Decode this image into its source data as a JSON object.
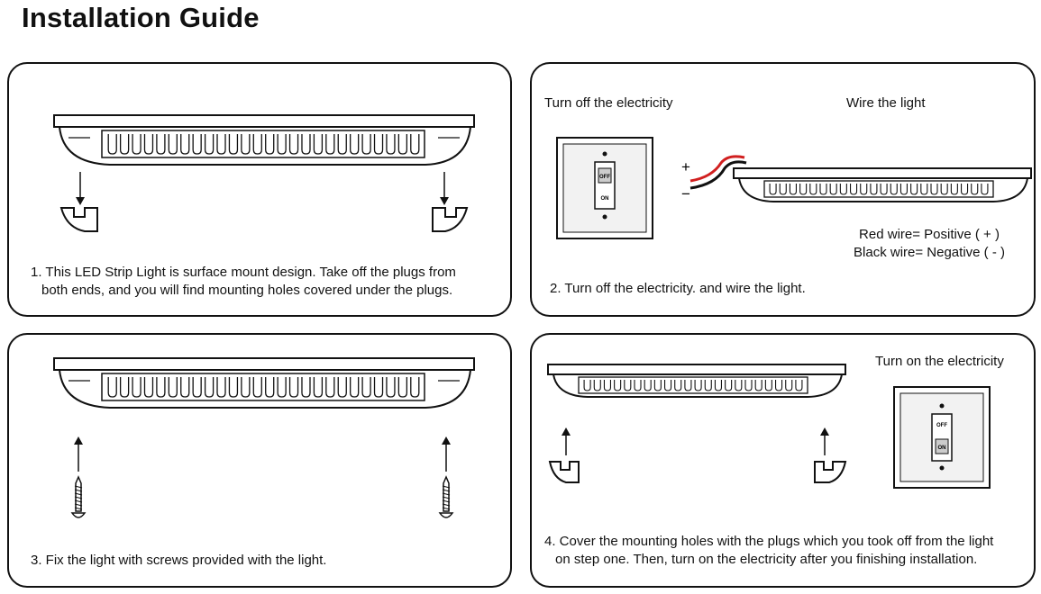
{
  "page_title": "Installation Guide",
  "step1": {
    "line1": "1. This LED Strip Light is surface mount design. Take off the plugs from",
    "line2": "both ends, and you will find mounting holes covered under the plugs."
  },
  "step2": {
    "label_off": "Turn off the electricity",
    "label_wire": "Wire the light",
    "switch_off": "OFF",
    "switch_on": "ON",
    "plus": "+",
    "minus": "−",
    "red_wire": "Red wire= Positive ( + )",
    "black_wire": "Black wire= Negative ( - )",
    "caption": "2. Turn off the electricity. and wire the light."
  },
  "step3": {
    "caption": "3. Fix the light with screws provided with the light."
  },
  "step4": {
    "label_on": "Turn on the electricity",
    "switch_off": "OFF",
    "switch_on": "ON",
    "line1": "4. Cover the mounting holes with the plugs which you took off from the light",
    "line2": "on step one. Then, turn on the electricity after you finishing installation."
  },
  "colors": {
    "outline": "#111111",
    "red_wire": "#d11f1f",
    "switch_plate": "#f2f2f2"
  },
  "icons": [
    "led-strip-light-icon",
    "plug-icon",
    "arrow-icon",
    "screw-icon",
    "light-switch-icon",
    "wire-icon"
  ]
}
